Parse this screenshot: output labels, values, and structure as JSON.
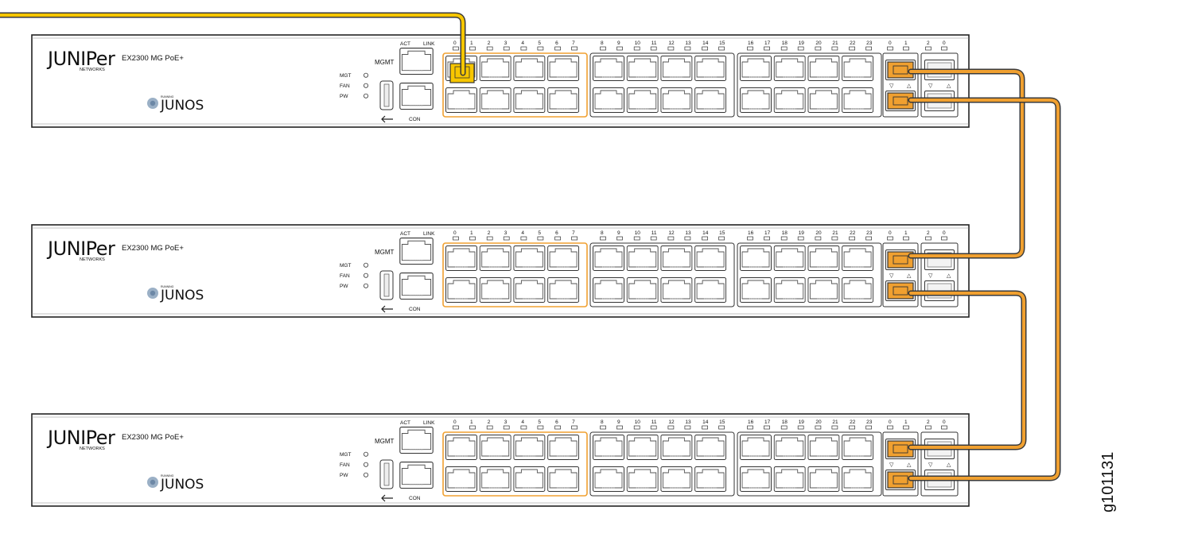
{
  "switches": [
    {
      "id": "switch-1",
      "brand": "JUNIPer",
      "brand_sub": "NETWORKS",
      "model": "EX2300 MG PoE+",
      "os_small": "RUNNING",
      "os": "JUNOS"
    },
    {
      "id": "switch-2",
      "brand": "JUNIPer",
      "brand_sub": "NETWORKS",
      "model": "EX2300 MG PoE+",
      "os_small": "RUNNING",
      "os": "JUNOS"
    },
    {
      "id": "switch-3",
      "brand": "JUNIPer",
      "brand_sub": "NETWORKS",
      "model": "EX2300 MG PoE+",
      "os_small": "RUNNING",
      "os": "JUNOS"
    }
  ],
  "panel_labels": {
    "mgmt": "MGMT",
    "act": "ACT",
    "link": "LINK",
    "con": "CON",
    "leds": [
      "MGT",
      "FAN",
      "PW"
    ]
  },
  "port_numbers": [
    "0",
    "1",
    "2",
    "3",
    "4",
    "5",
    "6",
    "7",
    "8",
    "9",
    "10",
    "11",
    "12",
    "13",
    "14",
    "15",
    "16",
    "17",
    "18",
    "19",
    "20",
    "21",
    "22",
    "23"
  ],
  "uplink_numbers": [
    "0",
    "1",
    "2",
    "0"
  ],
  "colors": {
    "cable": "#f0a030",
    "cable_outline": "#3a3a3a",
    "uplink_cable": "#f7a400",
    "uplink_group_highlight": "#f0a030",
    "port_insert_highlight": "#f7c600",
    "chassis_outline": "#222222"
  },
  "figure_id": "g101131"
}
